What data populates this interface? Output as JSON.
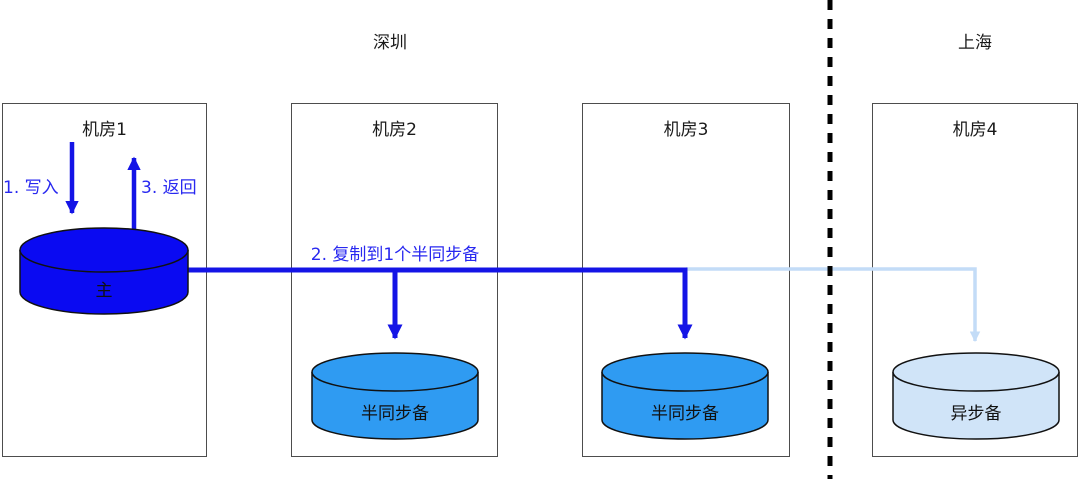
{
  "regions": [
    {
      "name": "深圳"
    },
    {
      "name": "上海"
    }
  ],
  "rooms": [
    {
      "name": "机房1"
    },
    {
      "name": "机房2"
    },
    {
      "name": "机房3"
    },
    {
      "name": "机房4"
    }
  ],
  "databases": [
    {
      "name": "主",
      "role": "primary"
    },
    {
      "name": "半同步备",
      "role": "semi-sync-replica"
    },
    {
      "name": "半同步备",
      "role": "semi-sync-replica"
    },
    {
      "name": "异步备",
      "role": "async-replica"
    }
  ],
  "flow_labels": {
    "write": "1. 写入",
    "return": "3. 返回",
    "replicate": "2. 复制到1个半同步备"
  },
  "colors": {
    "db-primary": "#0a0af2",
    "db-semi": "#2f9bf2",
    "db-async": "#d0e4f8",
    "sync-flow": "#1414e6",
    "async-flow": "#c3dcf7",
    "label-blue": "#2828f0",
    "box-border": "#4d4d4d",
    "divider": "#000000"
  }
}
